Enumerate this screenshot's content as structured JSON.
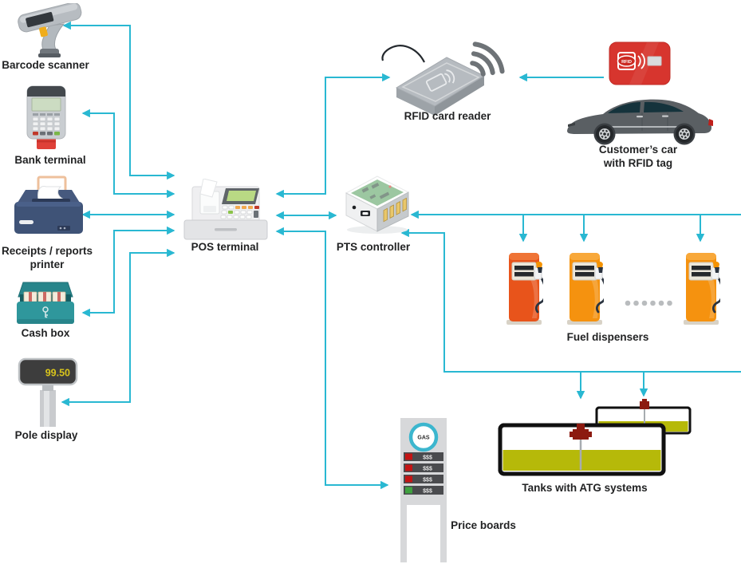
{
  "accent_color": "#29b8d2",
  "nodes": {
    "barcode_scanner": {
      "label": "Barcode scanner"
    },
    "bank_terminal": {
      "label": "Bank terminal"
    },
    "receipts_printer": {
      "label": "Receipts / reports",
      "label2": "printer"
    },
    "cash_box": {
      "label": "Cash box"
    },
    "pole_display": {
      "label": "Pole display",
      "value": "99.50"
    },
    "pos_terminal": {
      "label": "POS terminal"
    },
    "rfid_reader": {
      "label": "RFID card reader"
    },
    "rfid_tag": {
      "text": "RFID"
    },
    "customer_car": {
      "label": "Customer’s car",
      "label2": "with RFID tag"
    },
    "pts_controller": {
      "label": "PTS controller"
    },
    "fuel_dispensers": {
      "label": "Fuel dispensers"
    },
    "tanks": {
      "label": "Tanks with ATG systems"
    },
    "price_boards": {
      "label": "Price boards",
      "logo": "GAS",
      "rows": [
        {
          "color": "#c41414",
          "text": "$$$"
        },
        {
          "color": "#c41414",
          "text": "$$$"
        },
        {
          "color": "#c41414",
          "text": "$$$"
        },
        {
          "color": "#3fa23f",
          "text": "$$$"
        }
      ]
    }
  }
}
